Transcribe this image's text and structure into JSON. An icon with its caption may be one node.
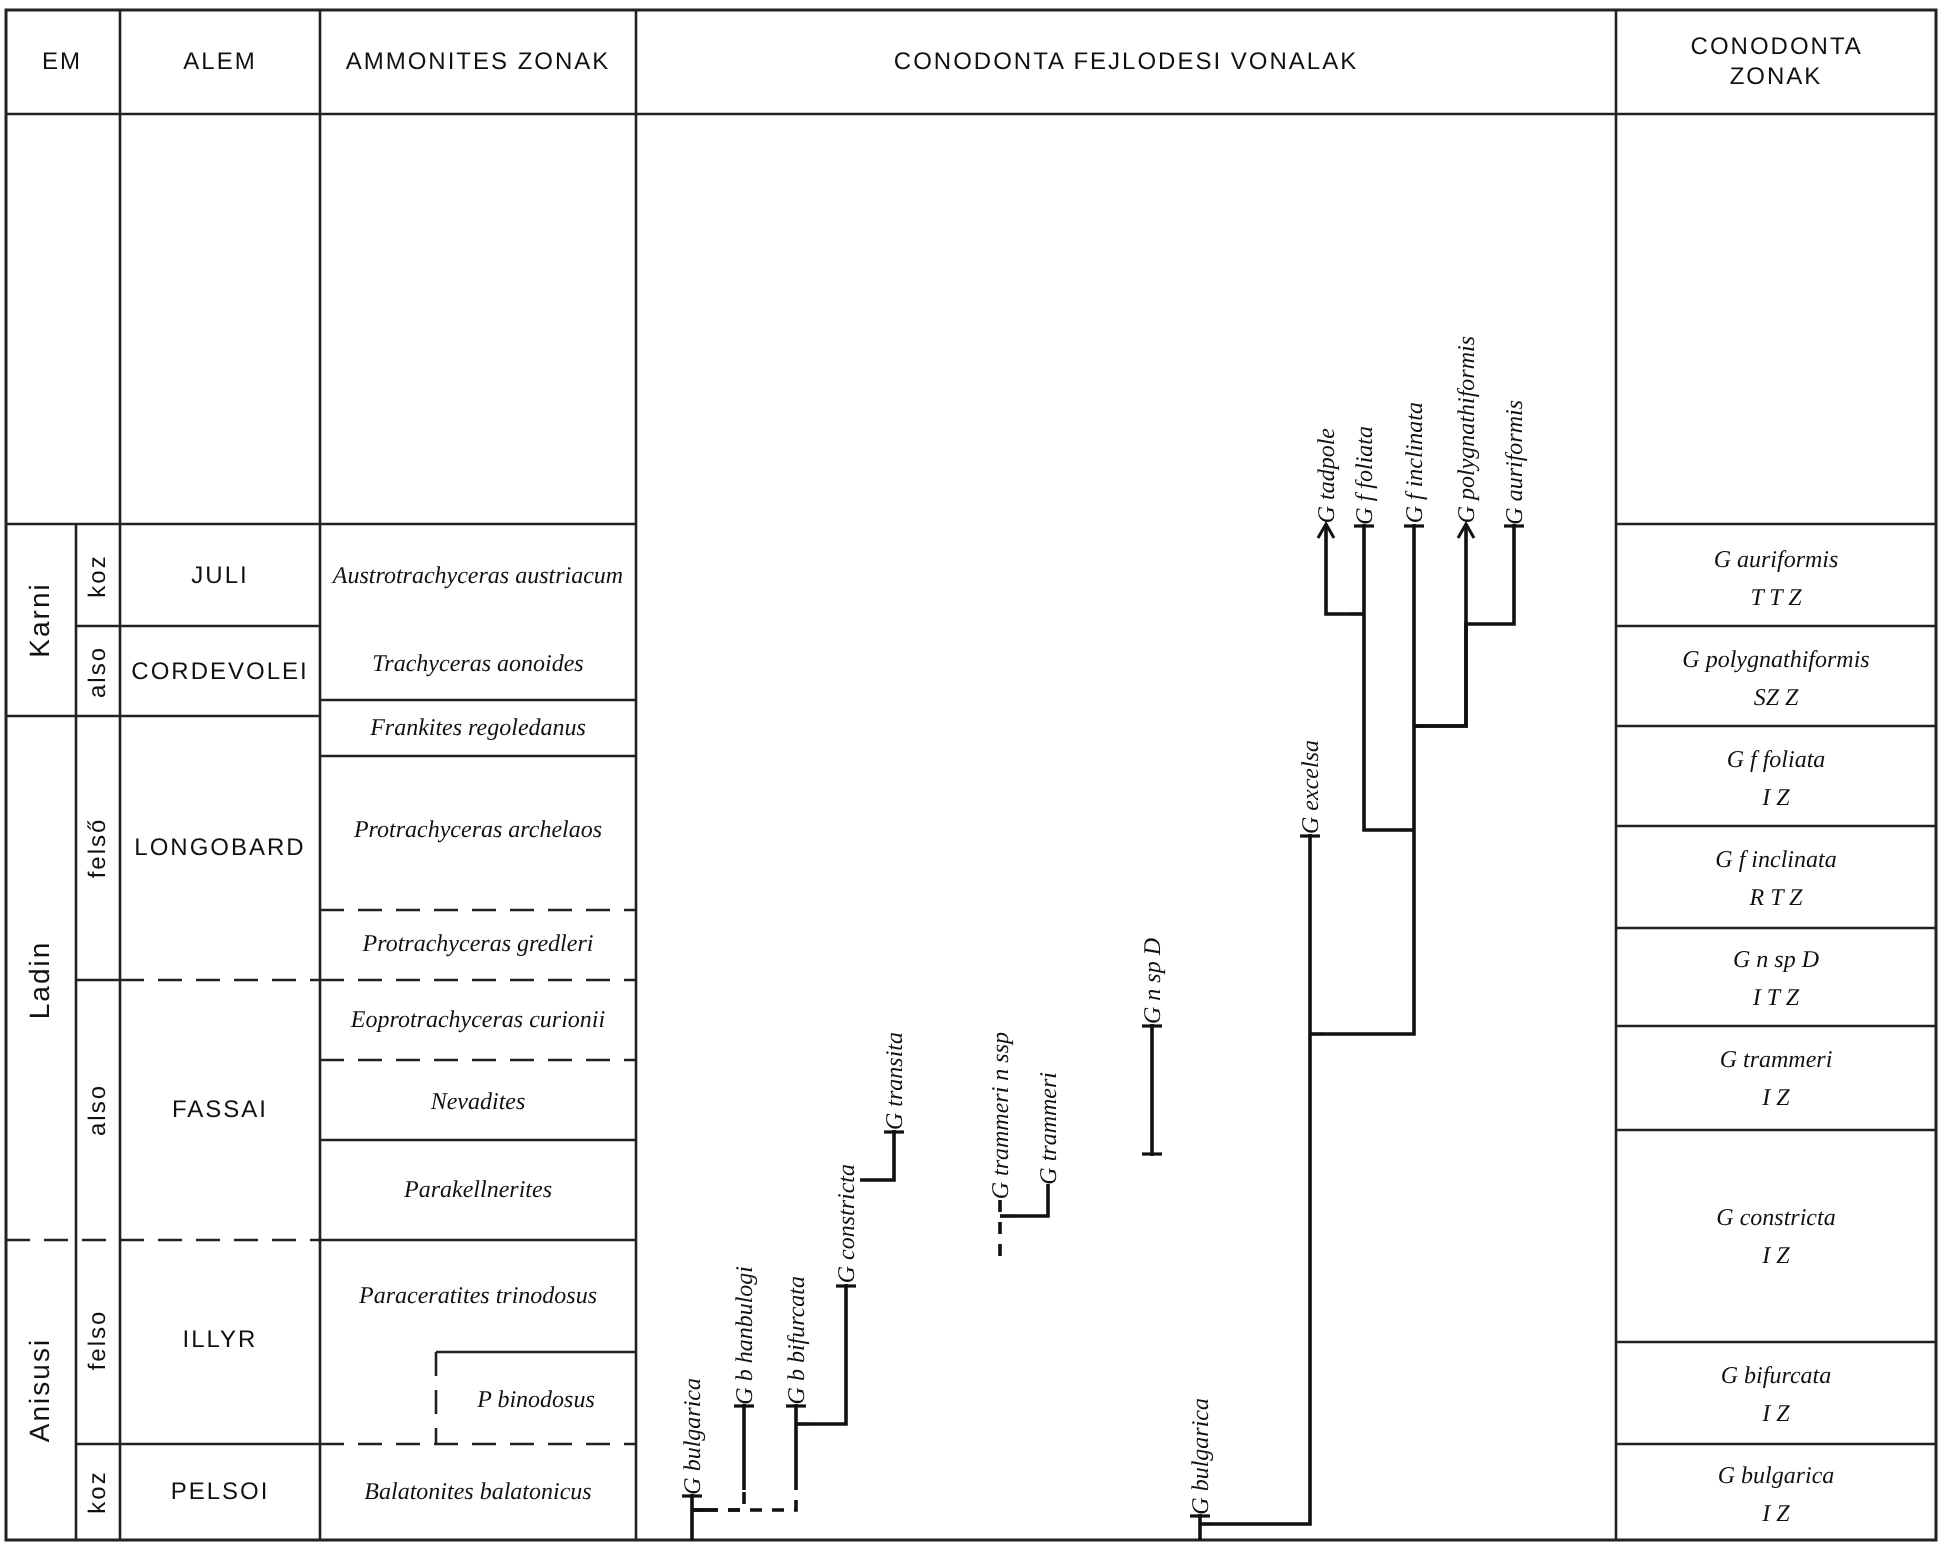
{
  "diagram": {
    "nodes": [
      {
        "text": [
          "G bulgarica"
        ]
      },
      {
        "text": [
          "G b hanbulogi"
        ]
      },
      {
        "text": [
          "G b bifurcata"
        ]
      },
      {
        "text": [
          "G constricta"
        ]
      },
      {
        "text": [
          "G transita"
        ]
      },
      {
        "text": [
          "G trammeri n ssp"
        ]
      },
      {
        "text": [
          "G trammeri"
        ]
      },
      {
        "text": [
          "G n sp D"
        ]
      },
      {
        "text": [
          "G bulgarica"
        ]
      },
      {
        "text": [
          "G excelsa"
        ]
      },
      {
        "text": [
          "G tadpole"
        ]
      },
      {
        "text": [
          "G f foliata"
        ]
      },
      {
        "text": [
          "G f inclinata"
        ]
      },
      {
        "text": [
          "G polygnathiformis"
        ]
      },
      {
        "text": [
          "G auriformis"
        ]
      }
    ],
    "edges": [
      {
        "from": 0,
        "to": 1,
        "arrow": "none",
        "style": "dashed"
      },
      {
        "from": 0,
        "to": 2,
        "arrow": "none",
        "style": "dashed"
      },
      {
        "from": 2,
        "to": 3,
        "arrow": "none"
      },
      {
        "from": 3,
        "to": 4,
        "arrow": "none"
      },
      {
        "from": 5,
        "to": 6,
        "arrow": "none"
      },
      {
        "from": 8,
        "to": 9,
        "arrow": "none"
      },
      {
        "from": 9,
        "to": 12,
        "arrow": "none"
      },
      {
        "from": 12,
        "to": 11,
        "arrow": "none"
      },
      {
        "from": 11,
        "to": 10,
        "arrow": "to"
      },
      {
        "from": 12,
        "to": 13,
        "arrow": "to"
      },
      {
        "from": 12,
        "to": 14,
        "arrow": "none"
      }
    ],
    "labels": [
      "EM",
      "ALEM",
      "AMMONITES ZONAK",
      "CONODONTA FEJLODESI VONALAK",
      "CONODONTA ZONAK",
      "Karni",
      "koz",
      "JULI",
      "Austrotrachyceras austriacum",
      "G auriformis",
      "T T Z",
      "also",
      "CORDEVOLEI",
      "Trachyceras aonoides",
      "G polygnathiformis",
      "SZ Z",
      "Frankites regoledanus",
      "G f foliata",
      "I Z",
      "Ladin",
      "felső",
      "LONGOBARD",
      "Protrachyceras archelaos",
      "G f inclinata",
      "R T Z",
      "Protrachyceras gredleri",
      "G n sp D",
      "I T Z",
      "Eoprotrachyceras curionii",
      "also",
      "FASSAI",
      "Nevadites",
      "G trammeri",
      "I Z",
      "Parakellnerites",
      "G constricta",
      "I Z",
      "Anisusi",
      "felso",
      "ILLYR",
      "Paraceratites trinodosus",
      "G bifurcata",
      "I Z",
      "P binodosus",
      "koz",
      "PELSOI",
      "Balatonites balatonicus",
      "G bulgarica",
      "I Z"
    ]
  }
}
